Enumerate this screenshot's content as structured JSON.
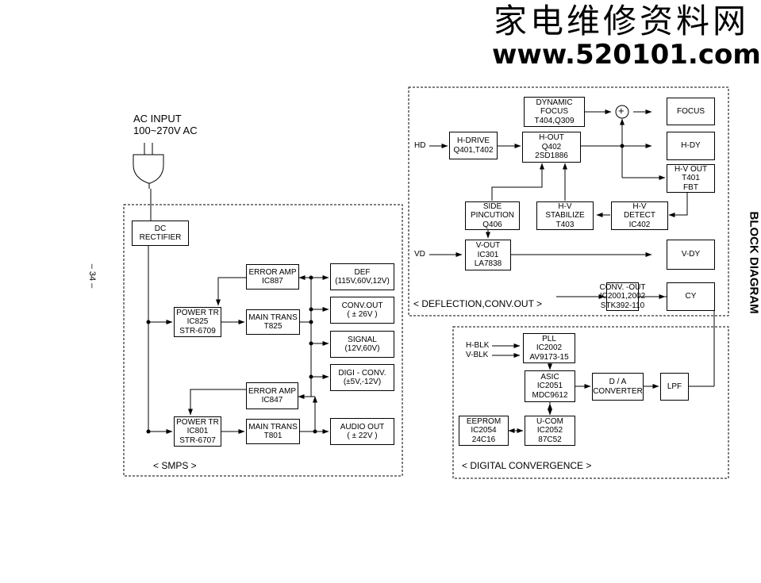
{
  "watermark": {
    "site_cn": "家电维修资料网",
    "url": "www.520101.com"
  },
  "page_number": "– 34 –",
  "side_title": "BLOCK DIAGRAM",
  "ac_input": {
    "line1": "AC INPUT",
    "line2": "100~270V AC"
  },
  "smps": {
    "section_label": "<  SMPS >",
    "dc_rectifier": [
      "DC",
      "RECTIFIER"
    ],
    "error_amp_1": [
      "ERROR AMP",
      "IC887"
    ],
    "error_amp_2": [
      "ERROR AMP",
      "IC847"
    ],
    "power_tr_1": [
      "POWER TR",
      "IC825",
      "STR-6709"
    ],
    "power_tr_2": [
      "POWER TR",
      "IC801",
      "STR-6707"
    ],
    "main_trans_1": [
      "MAIN TRANS",
      "T825"
    ],
    "main_trans_2": [
      "MAIN TRANS",
      "T801"
    ],
    "def": [
      "DEF",
      "(115V,60V,12V)"
    ],
    "conv_out": [
      "CONV.OUT",
      "( ± 26V )"
    ],
    "signal": [
      "SIGNAL",
      "(12V,60V)"
    ],
    "digi_conv": [
      "DIGI - CONV.",
      "(±5V,-12V)"
    ],
    "audio_out": [
      "AUDIO OUT",
      "( ± 22V )"
    ]
  },
  "deflection": {
    "section_label": "< DEFLECTION,CONV.OUT >",
    "hd_label": "HD",
    "vd_label": "VD",
    "plus_symbol": "+",
    "dynamic_focus": [
      "DYNAMIC",
      "FOCUS",
      "T404,Q309"
    ],
    "focus": [
      "FOCUS"
    ],
    "h_drive": [
      "H-DRIVE",
      "Q401,T402"
    ],
    "h_out": [
      "H-OUT",
      "Q402",
      "2SD1886"
    ],
    "h_dy": [
      "H-DY"
    ],
    "hv_out": [
      "H-V OUT",
      "T401",
      "FBT"
    ],
    "side_pincution": [
      "SIDE",
      "PINCUTION",
      "Q406"
    ],
    "hv_stabilize": [
      "H-V",
      "STABILIZE",
      "T403"
    ],
    "hv_detect": [
      "H-V",
      "DETECT",
      "IC402"
    ],
    "v_out": [
      "V-OUT",
      "IC301",
      "LA7838"
    ],
    "v_dy": [
      "V-DY"
    ],
    "conv_out": [
      "CONV. -OUT",
      "IC2001,2002",
      "STK392-110"
    ],
    "cy": [
      "CY"
    ]
  },
  "digital": {
    "section_label": "< DIGITAL  CONVERGENCE >",
    "h_blk": "H-BLK",
    "v_blk": "V-BLK",
    "pll": [
      "PLL",
      "IC2002",
      "AV9173-15"
    ],
    "asic": [
      "ASIC",
      "IC2051",
      "MDC9612"
    ],
    "da": [
      "D  /  A",
      "CONVERTER"
    ],
    "lpf": [
      "LPF"
    ],
    "eeprom": [
      "EEPROM",
      "IC2054",
      "24C16"
    ],
    "ucom": [
      "U-COM",
      "IC2052",
      "87C52"
    ]
  }
}
